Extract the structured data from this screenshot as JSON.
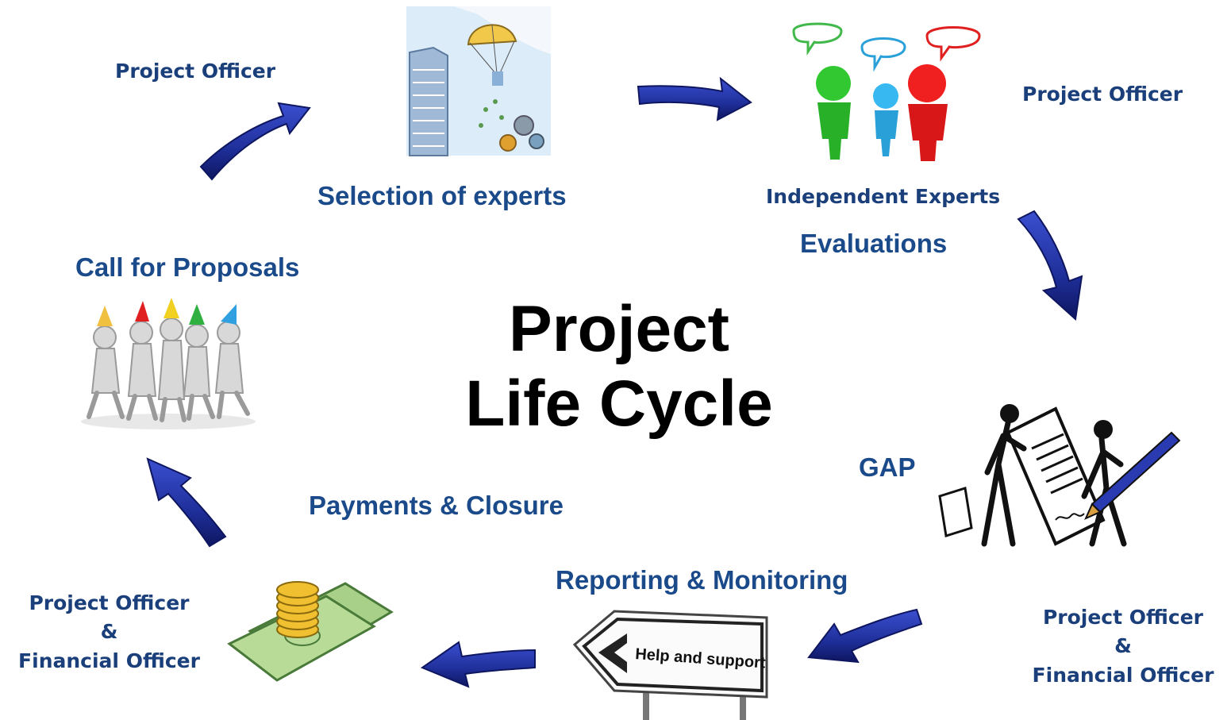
{
  "title": {
    "line1": "Project",
    "line2": "Life Cycle"
  },
  "stages": {
    "call_for_proposals": "Call for Proposals",
    "selection_of_experts": "Selection of experts",
    "independent_experts": "Independent Experts",
    "evaluations": "Evaluations",
    "gap": "GAP",
    "reporting_monitoring": "Reporting & Monitoring",
    "payments_closure": "Payments & Closure"
  },
  "roles": {
    "top_left": "Project Officer",
    "top_right": "Project Officer",
    "bottom_right": {
      "line1": "Project Officer",
      "line2": "&",
      "line3": "Financial Officer"
    },
    "bottom_left": {
      "line1": "Project Officer",
      "line2": "&",
      "line3": "Financial Officer"
    }
  },
  "signpost": {
    "text": "Help and support"
  },
  "colors": {
    "arrow": "#1f2f9a",
    "arrow_dark": "#0e1660",
    "stage_text": "#1a4a8a",
    "role_text": "#1a3f7a",
    "title_text": "#000000"
  },
  "icons": [
    "parachute-building-icon",
    "speech-bubbles-people-icon",
    "contract-signing-icon",
    "help-signpost-icon",
    "money-coins-icon",
    "party-people-icon"
  ]
}
